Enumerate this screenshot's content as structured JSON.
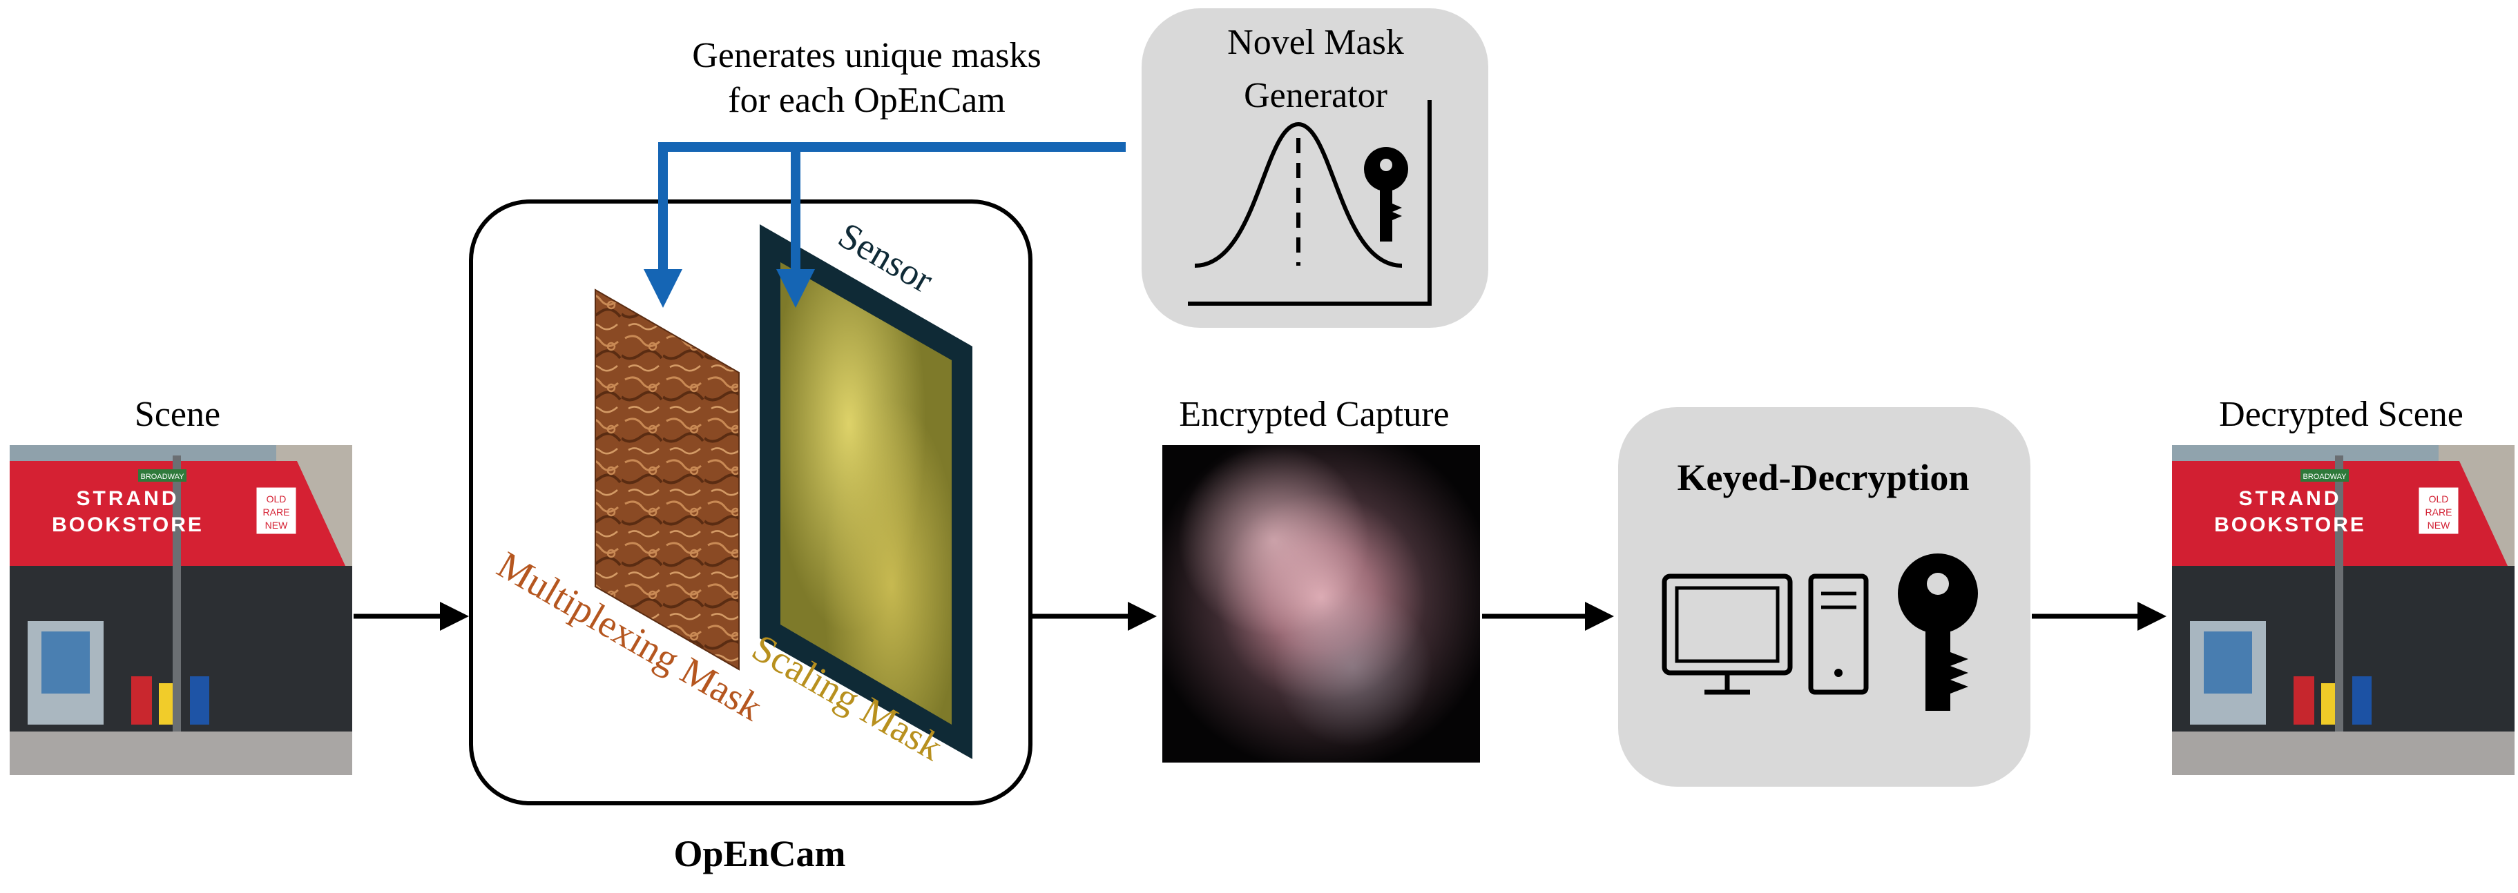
{
  "labels": {
    "scene": "Scene",
    "encrypted_capture": "Encrypted Capture",
    "decrypted_scene": "Decrypted Scene",
    "opencam": "OpEnCam",
    "generates_line1": "Generates unique masks",
    "generates_line2": "for each OpEnCam",
    "novel_line1": "Novel Mask",
    "novel_line2": "Generator",
    "keyed_decryption": "Keyed-Decryption",
    "sensor": "Sensor",
    "multiplexing_mask": "Multiplexing Mask",
    "scaling_mask": "Scaling Mask"
  },
  "scene_sign": {
    "line1": "STRAND",
    "line2": "BOOKSTORE",
    "badge1": "OLD",
    "badge2": "RARE",
    "badge3": "NEW",
    "street": "BROADWAY"
  },
  "colors": {
    "arrow_blue": "#1565b4",
    "multiplexing_label": "#b5561f",
    "scaling_label": "#b8901e",
    "sensor_frame": "#0f2a36",
    "gray_box": "#d9d9d9"
  },
  "icons": [
    "gaussian-curve-icon",
    "key-icon",
    "monitor-icon",
    "computer-tower-icon"
  ]
}
